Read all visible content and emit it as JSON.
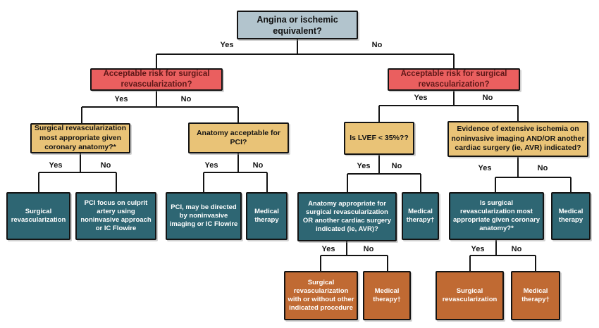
{
  "labels": {
    "yes": "Yes",
    "no": "No"
  },
  "colors": {
    "root_fill": "#b2c4cd",
    "question_fill": "#ea5f5f",
    "question_text": "#5e1717",
    "decision_fill": "#e9c377",
    "outcome_teal_fill": "#2e6673",
    "outcome_orange_fill": "#c06a33",
    "line": "#141414"
  },
  "nodes": {
    "root": {
      "text": "Angina or ischemic equivalent?"
    },
    "risk_left": {
      "text": "Acceptable risk for surgical revascularization?"
    },
    "risk_right": {
      "text": "Acceptable risk for surgical revascularization?"
    },
    "surgical_most_appropriate": {
      "text": "Surgical revascularization most appropriate given coronary anatomy?*"
    },
    "anatomy_pci": {
      "text": "Anatomy acceptable for PCI?"
    },
    "lvef": {
      "text": "Is LVEF < 35%??"
    },
    "extensive_ischemia": {
      "text": "Evidence of extensive ischemia on noninvasive imaging AND/OR another cardiac surgery (ie, AVR) indicated?"
    },
    "surgical_revasc_left": {
      "text": "Surgical revascularization"
    },
    "pci_culprit": {
      "text": "PCI focus on culprit artery using noninvasive approach or IC Flowire"
    },
    "pci_noninvasive": {
      "text": "PCI, may be directed by noninvasive imaging or IC Flowire"
    },
    "medical_therapy_left": {
      "text": "Medical therapy"
    },
    "anatomy_appropriate": {
      "text": "Anatomy appropriate for surgical revascularization OR another cardiac surgery indicated (ie, AVR)?"
    },
    "medical_therapy_dagger_mid": {
      "text": "Medical therapy†"
    },
    "is_surgical_most_appropriate": {
      "text": "Is surgical revascularization most appropriate given coronary anatomy?*"
    },
    "medical_therapy_right": {
      "text": "Medical therapy"
    },
    "surgical_with_procedure": {
      "text": "Surgical revascularization with or without other indicated procedure"
    },
    "medical_therapy_dagger_bottom_left": {
      "text": "Medical therapy†"
    },
    "surgical_revasc_bottom": {
      "text": "Surgical revascularization"
    },
    "medical_therapy_dagger_bottom_right": {
      "text": "Medical therapy†"
    }
  }
}
